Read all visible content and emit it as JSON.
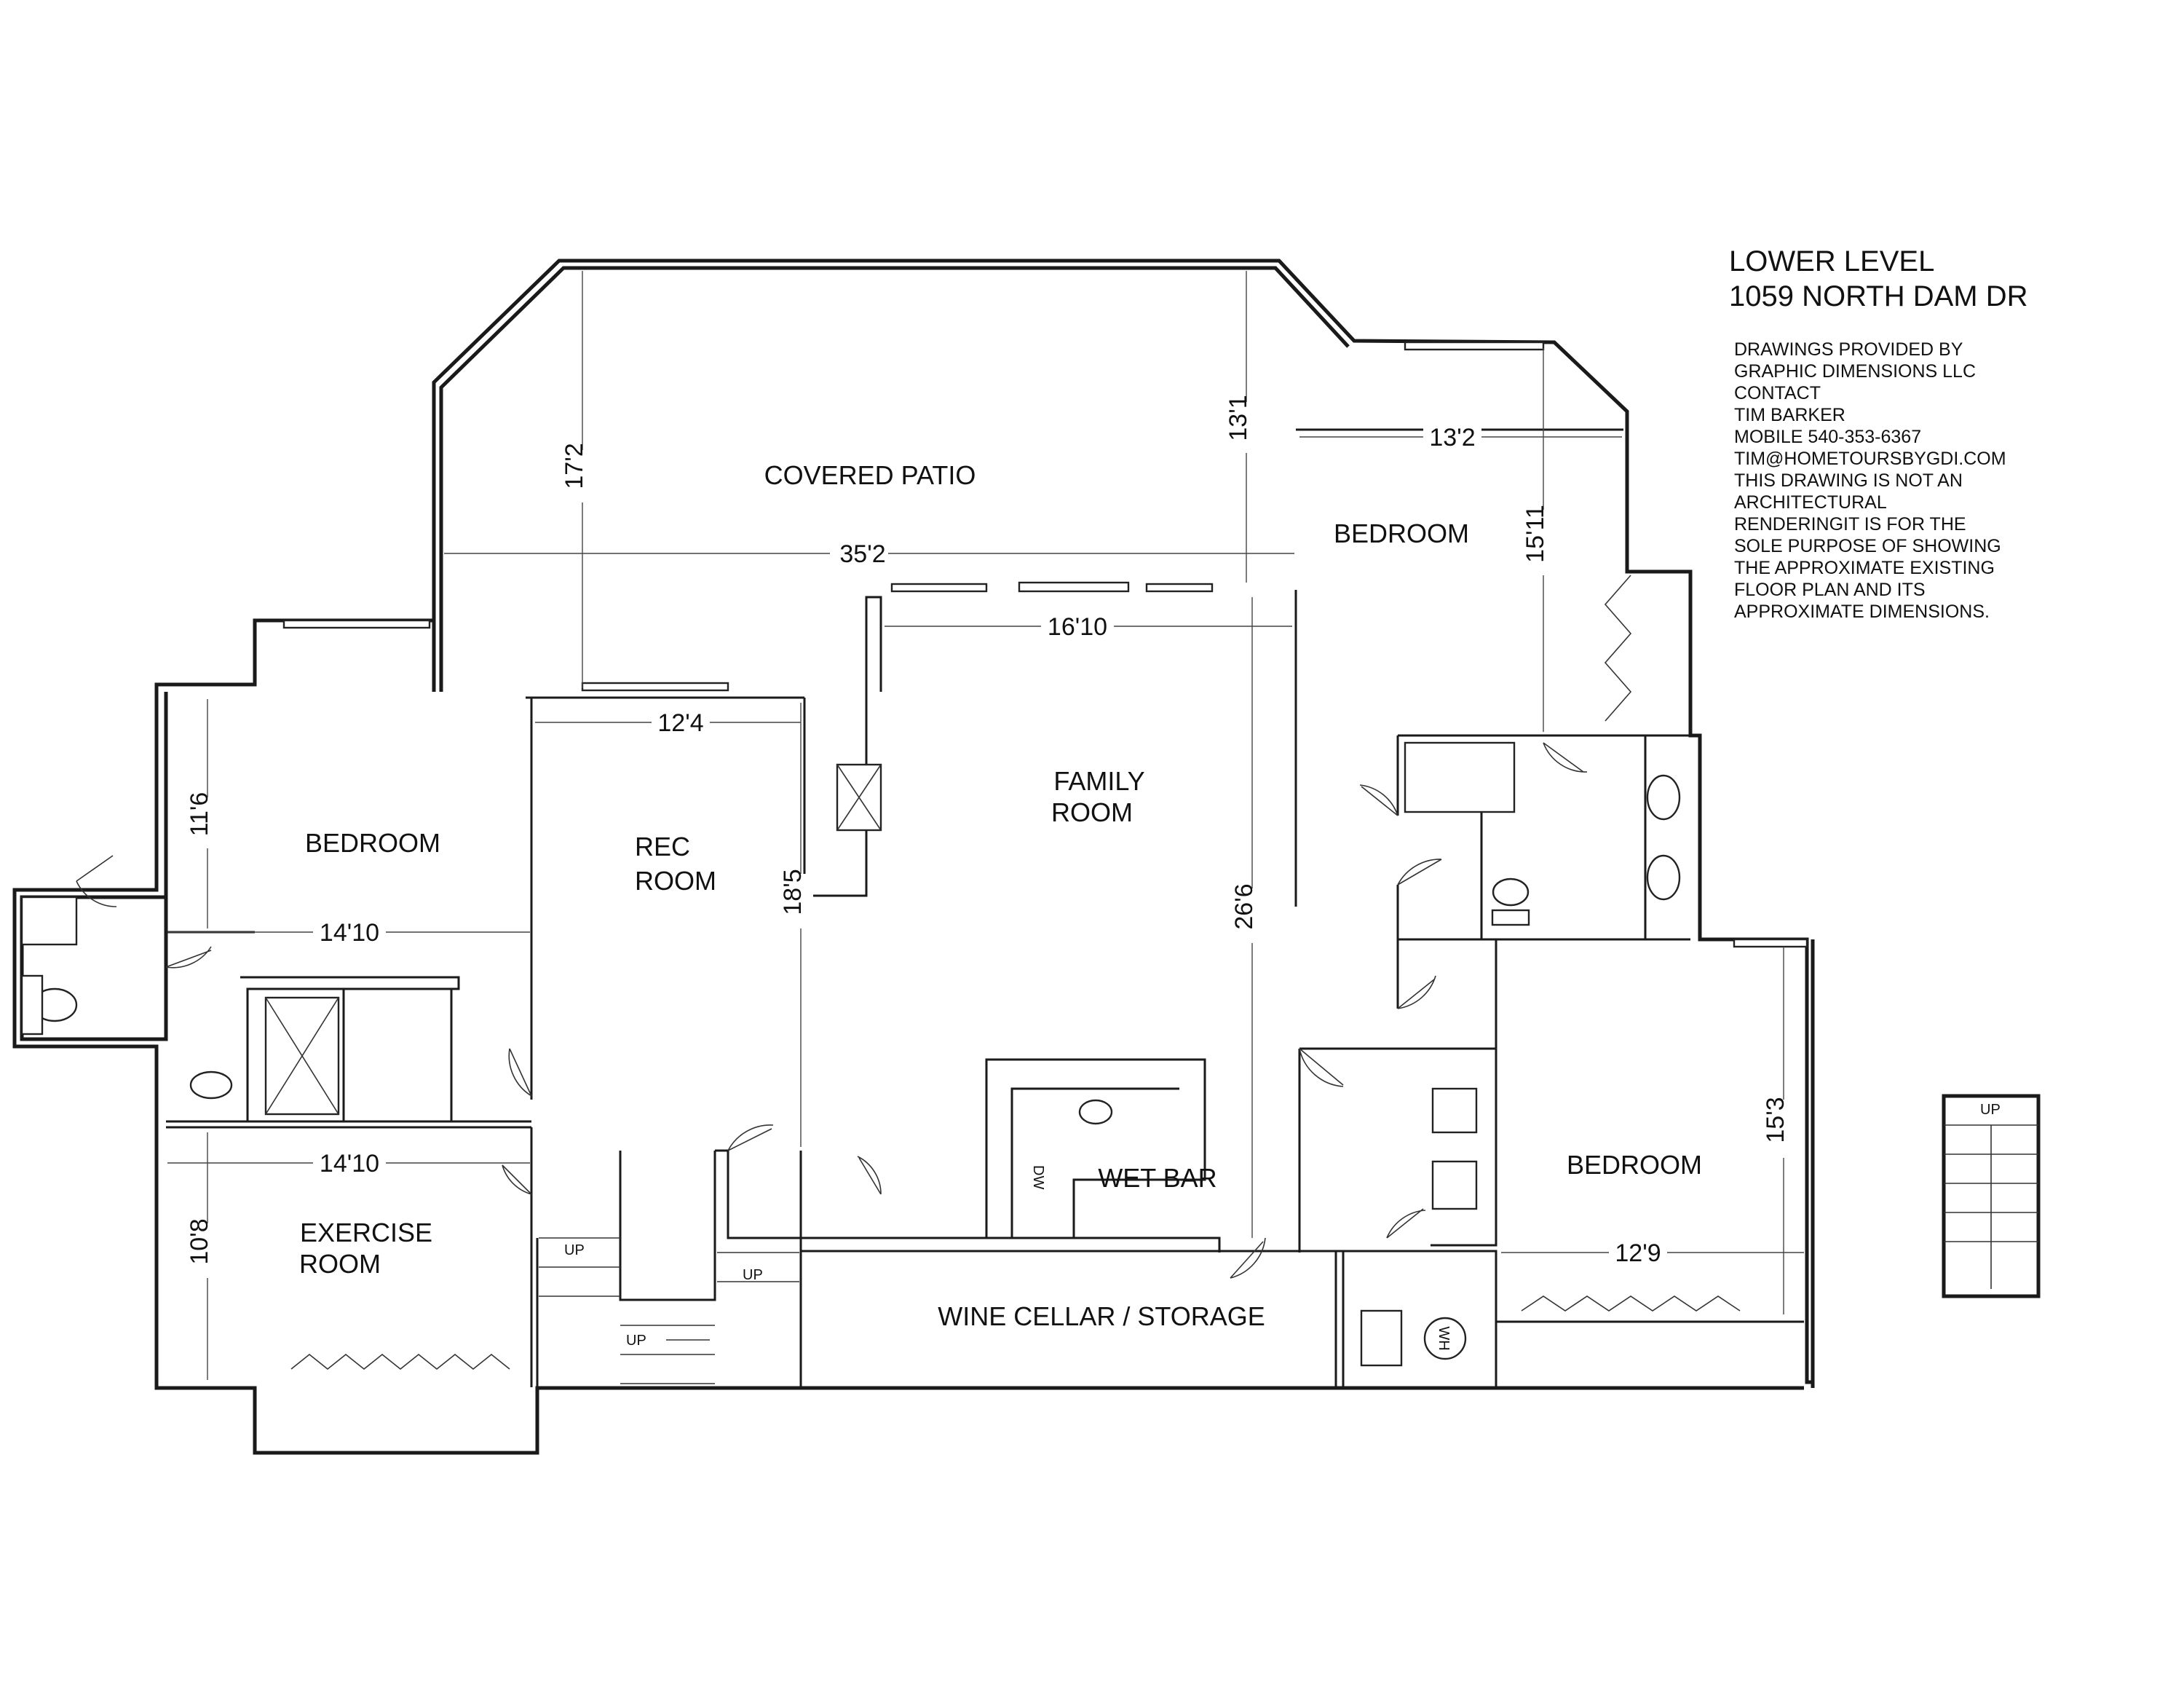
{
  "title": {
    "line1": "LOWER LEVEL",
    "line2": "1059 NORTH DAM DR"
  },
  "notes": [
    "DRAWINGS PROVIDED BY",
    "GRAPHIC DIMENSIONS LLC",
    "CONTACT",
    "TIM BARKER",
    "MOBILE 540-353-6367",
    "TIM@HOMETOURSBYGDI.COM",
    "THIS DRAWING IS NOT AN",
    "ARCHITECTURAL",
    "RENDERINGIT IS FOR THE",
    "SOLE PURPOSE OF SHOWING",
    "THE APPROXIMATE EXISTING",
    "FLOOR PLAN AND ITS",
    "APPROXIMATE DIMENSIONS."
  ],
  "rooms": {
    "covered_patio": "COVERED PATIO",
    "bedroom_left": "BEDROOM",
    "rec_room_1": "REC",
    "rec_room_2": "ROOM",
    "family_room_1": "FAMILY",
    "family_room_2": "ROOM",
    "bedroom_upper_right": "BEDROOM",
    "bedroom_lower_right": "BEDROOM",
    "exercise_room_1": "EXERCISE",
    "exercise_room_2": "ROOM",
    "wet_bar": "WET BAR",
    "wine_cellar": "WINE CELLAR / STORAGE"
  },
  "dimensions": {
    "patio_depth": "17'2",
    "patio_width": "35'2",
    "patio_right_depth": "13'1",
    "family_width": "16'10",
    "family_depth": "26'6",
    "rec_width": "12'4",
    "rec_depth": "18'5",
    "bed_left_depth": "11'6",
    "bed_left_width": "14'10",
    "exercise_width": "14'10",
    "exercise_depth": "10'8",
    "bed_ur_width": "13'2",
    "bed_ur_depth": "15'11",
    "bed_lr_width": "12'9",
    "bed_lr_depth": "15'3"
  },
  "fixtures": {
    "dishwasher": "DW",
    "water_heater": "WH",
    "up": "UP"
  }
}
